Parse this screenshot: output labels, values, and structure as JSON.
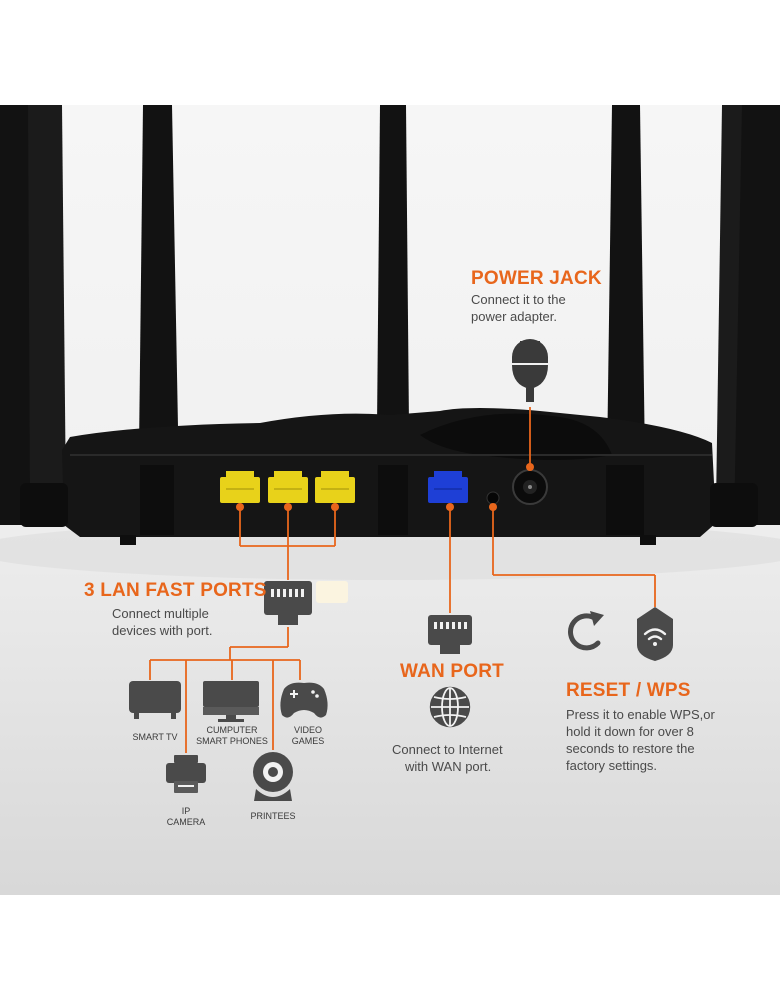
{
  "power_jack": {
    "title": "POWER JACK",
    "desc_line1": "Connect it to the",
    "desc_line2": "power adapter."
  },
  "lan": {
    "title": "3 LAN FAST PORTS",
    "desc_line1": "Connect multiple",
    "desc_line2": "devices with port."
  },
  "wan": {
    "title": "WAN PORT",
    "desc_line1": "Connect to Internet",
    "desc_line2": "with WAN port."
  },
  "reset": {
    "title": "RESET / WPS",
    "desc_line1": "Press it to enable WPS,or",
    "desc_line2": "hold it down for over 8",
    "desc_line3": "seconds to restore the",
    "desc_line4": "factory settings."
  },
  "devices": {
    "smart_tv": "SMART TV",
    "computer_line1": "CUMPUTER",
    "computer_line2": "SMART PHONES",
    "video_line1": "VIDEO",
    "video_line2": "GAMES",
    "ip_line1": "IP",
    "ip_line2": "CAMERA",
    "printer": "PRINTEES"
  },
  "colors": {
    "accent": "#e8661c",
    "lan_port": "#e8d21a",
    "wan_port": "#1e3fd6",
    "router": "#141414"
  },
  "icons": [
    "power-plug-icon",
    "ethernet-icon",
    "globe-icon",
    "refresh-icon",
    "wifi-shield-icon",
    "tv-icon",
    "monitor-icon",
    "gamepad-icon",
    "printer-icon",
    "webcam-icon"
  ]
}
